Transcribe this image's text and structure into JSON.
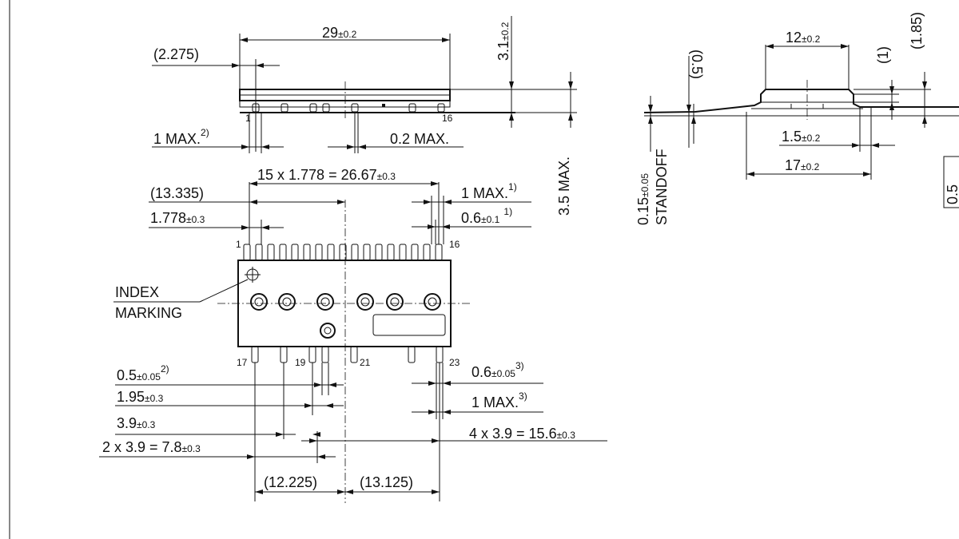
{
  "dims": {
    "d_29": "29",
    "d_29_tol": "±0.2",
    "d_2275": "(2.275)",
    "d_31": "3.1",
    "d_31_tol": "±0.2",
    "d_1max_a": "1 MAX.",
    "d_1max_a_sup": "2)",
    "d_02max": "0.2 MAX.",
    "d_35max": "3.5 MAX.",
    "d_pitch": "15 x 1.778 = 26.67",
    "d_pitch_tol": "±0.3",
    "d_13335": "(13.335)",
    "d_1778": "1.778",
    "d_1778_tol": "±0.3",
    "d_1max_b": "1 MAX.",
    "d_1max_b_sup": "1)",
    "d_06_a": "0.6",
    "d_06_a_tol": "±0.1",
    "d_06_a_sup": "1)",
    "index_1": "INDEX",
    "index_2": "MARKING",
    "d_05": "0.5",
    "d_05_tol": "±0.05",
    "d_05_sup": "2)",
    "d_195": "1.95",
    "d_195_tol": "±0.3",
    "d_39": "3.9",
    "d_39_tol": "±0.3",
    "d_78": "2 x 3.9 = 7.8",
    "d_78_tol": "±0.3",
    "d_06_b": "0.6",
    "d_06_b_tol": "±0.05",
    "d_06_b_sup": "3)",
    "d_1max_c": "1 MAX.",
    "d_1max_c_sup": "3)",
    "d_156": "4 x 3.9 = 15.6",
    "d_156_tol": "±0.3",
    "d_12225": "(12.225)",
    "d_13125": "(13.125)",
    "d_12": "12",
    "d_12_tol": "±0.2",
    "d_1": "(1)",
    "d_185": "(1.85)",
    "d_05p": "(0.5)",
    "d_015": "0.15",
    "d_015_tol": "±0.05",
    "standoff": "STANDOFF",
    "d_15": "1.5",
    "d_15_tol": "±0.2",
    "d_17": "17",
    "d_17_tol": "±0.2",
    "d_05_box": "0.5"
  },
  "pins": {
    "p1": "1",
    "p16": "16",
    "p1b": "1",
    "p16b": "16",
    "p17": "17",
    "p19": "19",
    "p21": "21",
    "p23": "23"
  }
}
